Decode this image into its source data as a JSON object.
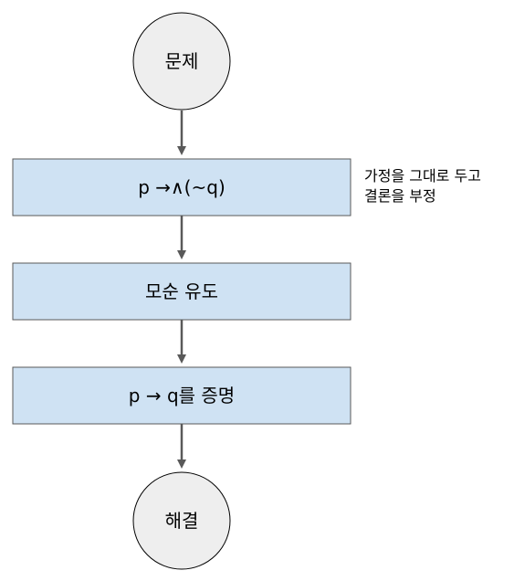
{
  "colors": {
    "circle_fill": "#eeeeee",
    "circle_stroke": "#000000",
    "box_fill": "#cfe2f3",
    "box_stroke": "#595959",
    "arrow": "#595959"
  },
  "nodes": {
    "start": {
      "label": "문제"
    },
    "assume": {
      "label": "p →∧(~q)"
    },
    "contradiction": {
      "label": "모순 유도"
    },
    "proof": {
      "label": "p → q를 증명"
    },
    "end": {
      "label": "해결"
    }
  },
  "note": {
    "line1": "가정을 그대로 두고",
    "line2": "결론을 부정"
  }
}
